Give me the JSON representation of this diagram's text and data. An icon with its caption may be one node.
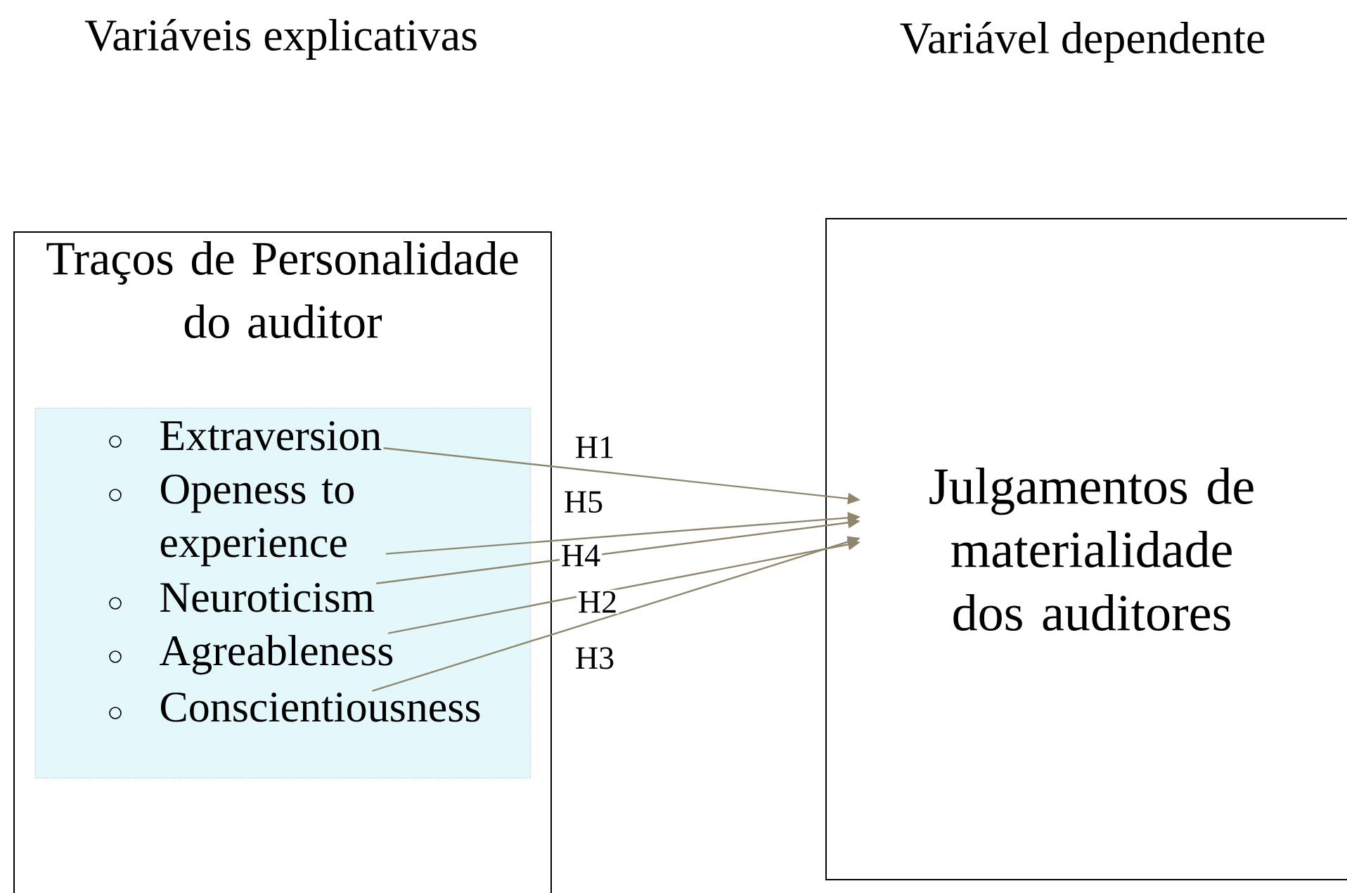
{
  "diagram": {
    "nodes": [
      {
        "text": [
          "Traços de Personalidade do auditor"
        ]
      },
      {
        "text": [],
        "shape": "box",
        "in": 0
      },
      {
        "text": [
          "Extraversion"
        ],
        "in": 1
      },
      {
        "text": [
          "Openess to experience"
        ],
        "in": 1
      },
      {
        "text": [
          "Neuroticism"
        ],
        "in": 1
      },
      {
        "text": [
          "Agreableness"
        ],
        "in": 1
      },
      {
        "text": [
          "Conscientiousness"
        ],
        "in": 1
      },
      {
        "text": [
          "Julgamentos de materialidade dos auditores"
        ]
      }
    ],
    "edges": [
      {
        "from": 2,
        "to": 7,
        "arrow": "to",
        "label": "H1"
      },
      {
        "from": 3,
        "to": 7,
        "arrow": "to",
        "label": "H5"
      },
      {
        "from": 4,
        "to": 7,
        "arrow": "to",
        "label": "H4"
      },
      {
        "from": 5,
        "to": 7,
        "arrow": "to",
        "label": "H2"
      },
      {
        "from": 6,
        "to": 7,
        "arrow": "to",
        "label": "H3"
      }
    ],
    "labels": [
      "Variáveis explicativas",
      "Variável dependente"
    ]
  }
}
